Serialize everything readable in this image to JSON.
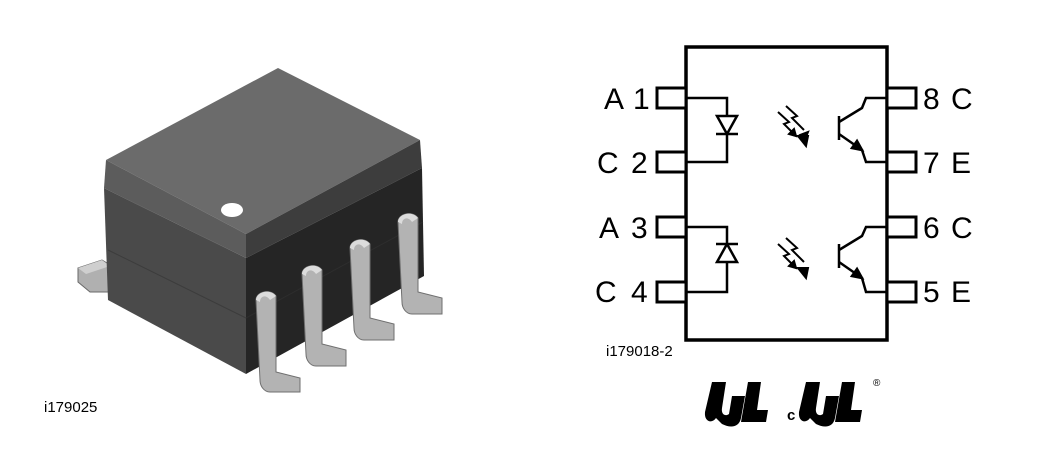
{
  "package_view": {
    "figure_id": "i179025"
  },
  "schematic": {
    "figure_id": "i179018-2",
    "pins_left": [
      {
        "letter": "A",
        "number": "1"
      },
      {
        "letter": "C",
        "number": "2"
      },
      {
        "letter": "A",
        "number": "3"
      },
      {
        "letter": "C",
        "number": "4"
      }
    ],
    "pins_right": [
      {
        "number": "8",
        "letter": "C"
      },
      {
        "number": "7",
        "letter": "E"
      },
      {
        "number": "6",
        "letter": "C"
      },
      {
        "number": "5",
        "letter": "E"
      }
    ]
  },
  "certifications": {
    "ul_mark_small_letter": "c",
    "registered_symbol": "®"
  },
  "colors": {
    "package_top": "#6b6b6b",
    "package_front": "#2b2b2b",
    "package_side": "#4a4a4a",
    "lead": "#b3b3b3",
    "lead_shadow": "#8e8e8e"
  }
}
